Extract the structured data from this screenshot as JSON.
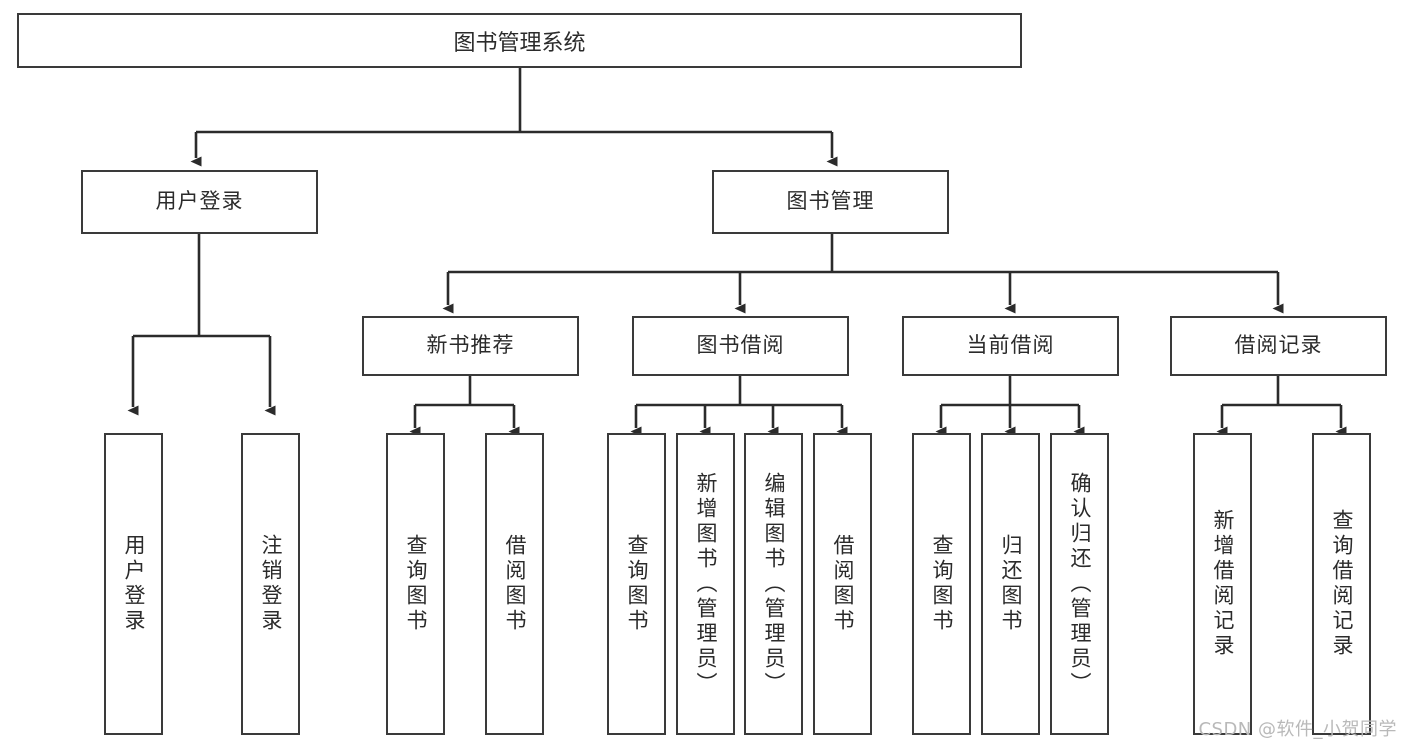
{
  "diagram": {
    "type": "tree",
    "title": "图书管理系统",
    "orientation": "top-down",
    "colors": {
      "box_border": "#3a3a3a",
      "box_fill": "#ffffff",
      "edge": "#2b2b2b",
      "text": "#2b2b2b",
      "watermark": "#b9b9b9"
    },
    "root": {
      "label": "图书管理系统",
      "orientation": "horizontal"
    },
    "level2": [
      {
        "label": "用户登录",
        "orientation": "horizontal"
      },
      {
        "label": "图书管理",
        "orientation": "horizontal"
      }
    ],
    "level3": [
      {
        "label": "新书推荐",
        "orientation": "horizontal"
      },
      {
        "label": "图书借阅",
        "orientation": "horizontal"
      },
      {
        "label": "当前借阅",
        "orientation": "horizontal"
      },
      {
        "label": "借阅记录",
        "orientation": "horizontal"
      }
    ],
    "leaves": {
      "user_login": [
        {
          "label": "用户登录",
          "orientation": "vertical"
        },
        {
          "label": "注销登录",
          "orientation": "vertical"
        }
      ],
      "new_book_recommend": [
        {
          "label": "查询图书",
          "orientation": "vertical"
        },
        {
          "label": "借阅图书",
          "orientation": "vertical"
        }
      ],
      "book_borrow": [
        {
          "label": "查询图书",
          "orientation": "vertical"
        },
        {
          "label": "新增图书（管理员）",
          "orientation": "vertical"
        },
        {
          "label": "编辑图书（管理员）",
          "orientation": "vertical"
        },
        {
          "label": "借阅图书",
          "orientation": "vertical"
        }
      ],
      "current_borrow": [
        {
          "label": "查询图书",
          "orientation": "vertical"
        },
        {
          "label": "归还图书",
          "orientation": "vertical"
        },
        {
          "label": "确认归还（管理员）",
          "orientation": "vertical"
        }
      ],
      "borrow_record": [
        {
          "label": "新增借阅记录",
          "orientation": "vertical"
        },
        {
          "label": "查询借阅记录",
          "orientation": "vertical"
        }
      ]
    },
    "watermark": "CSDN @软件_小贺同学"
  }
}
